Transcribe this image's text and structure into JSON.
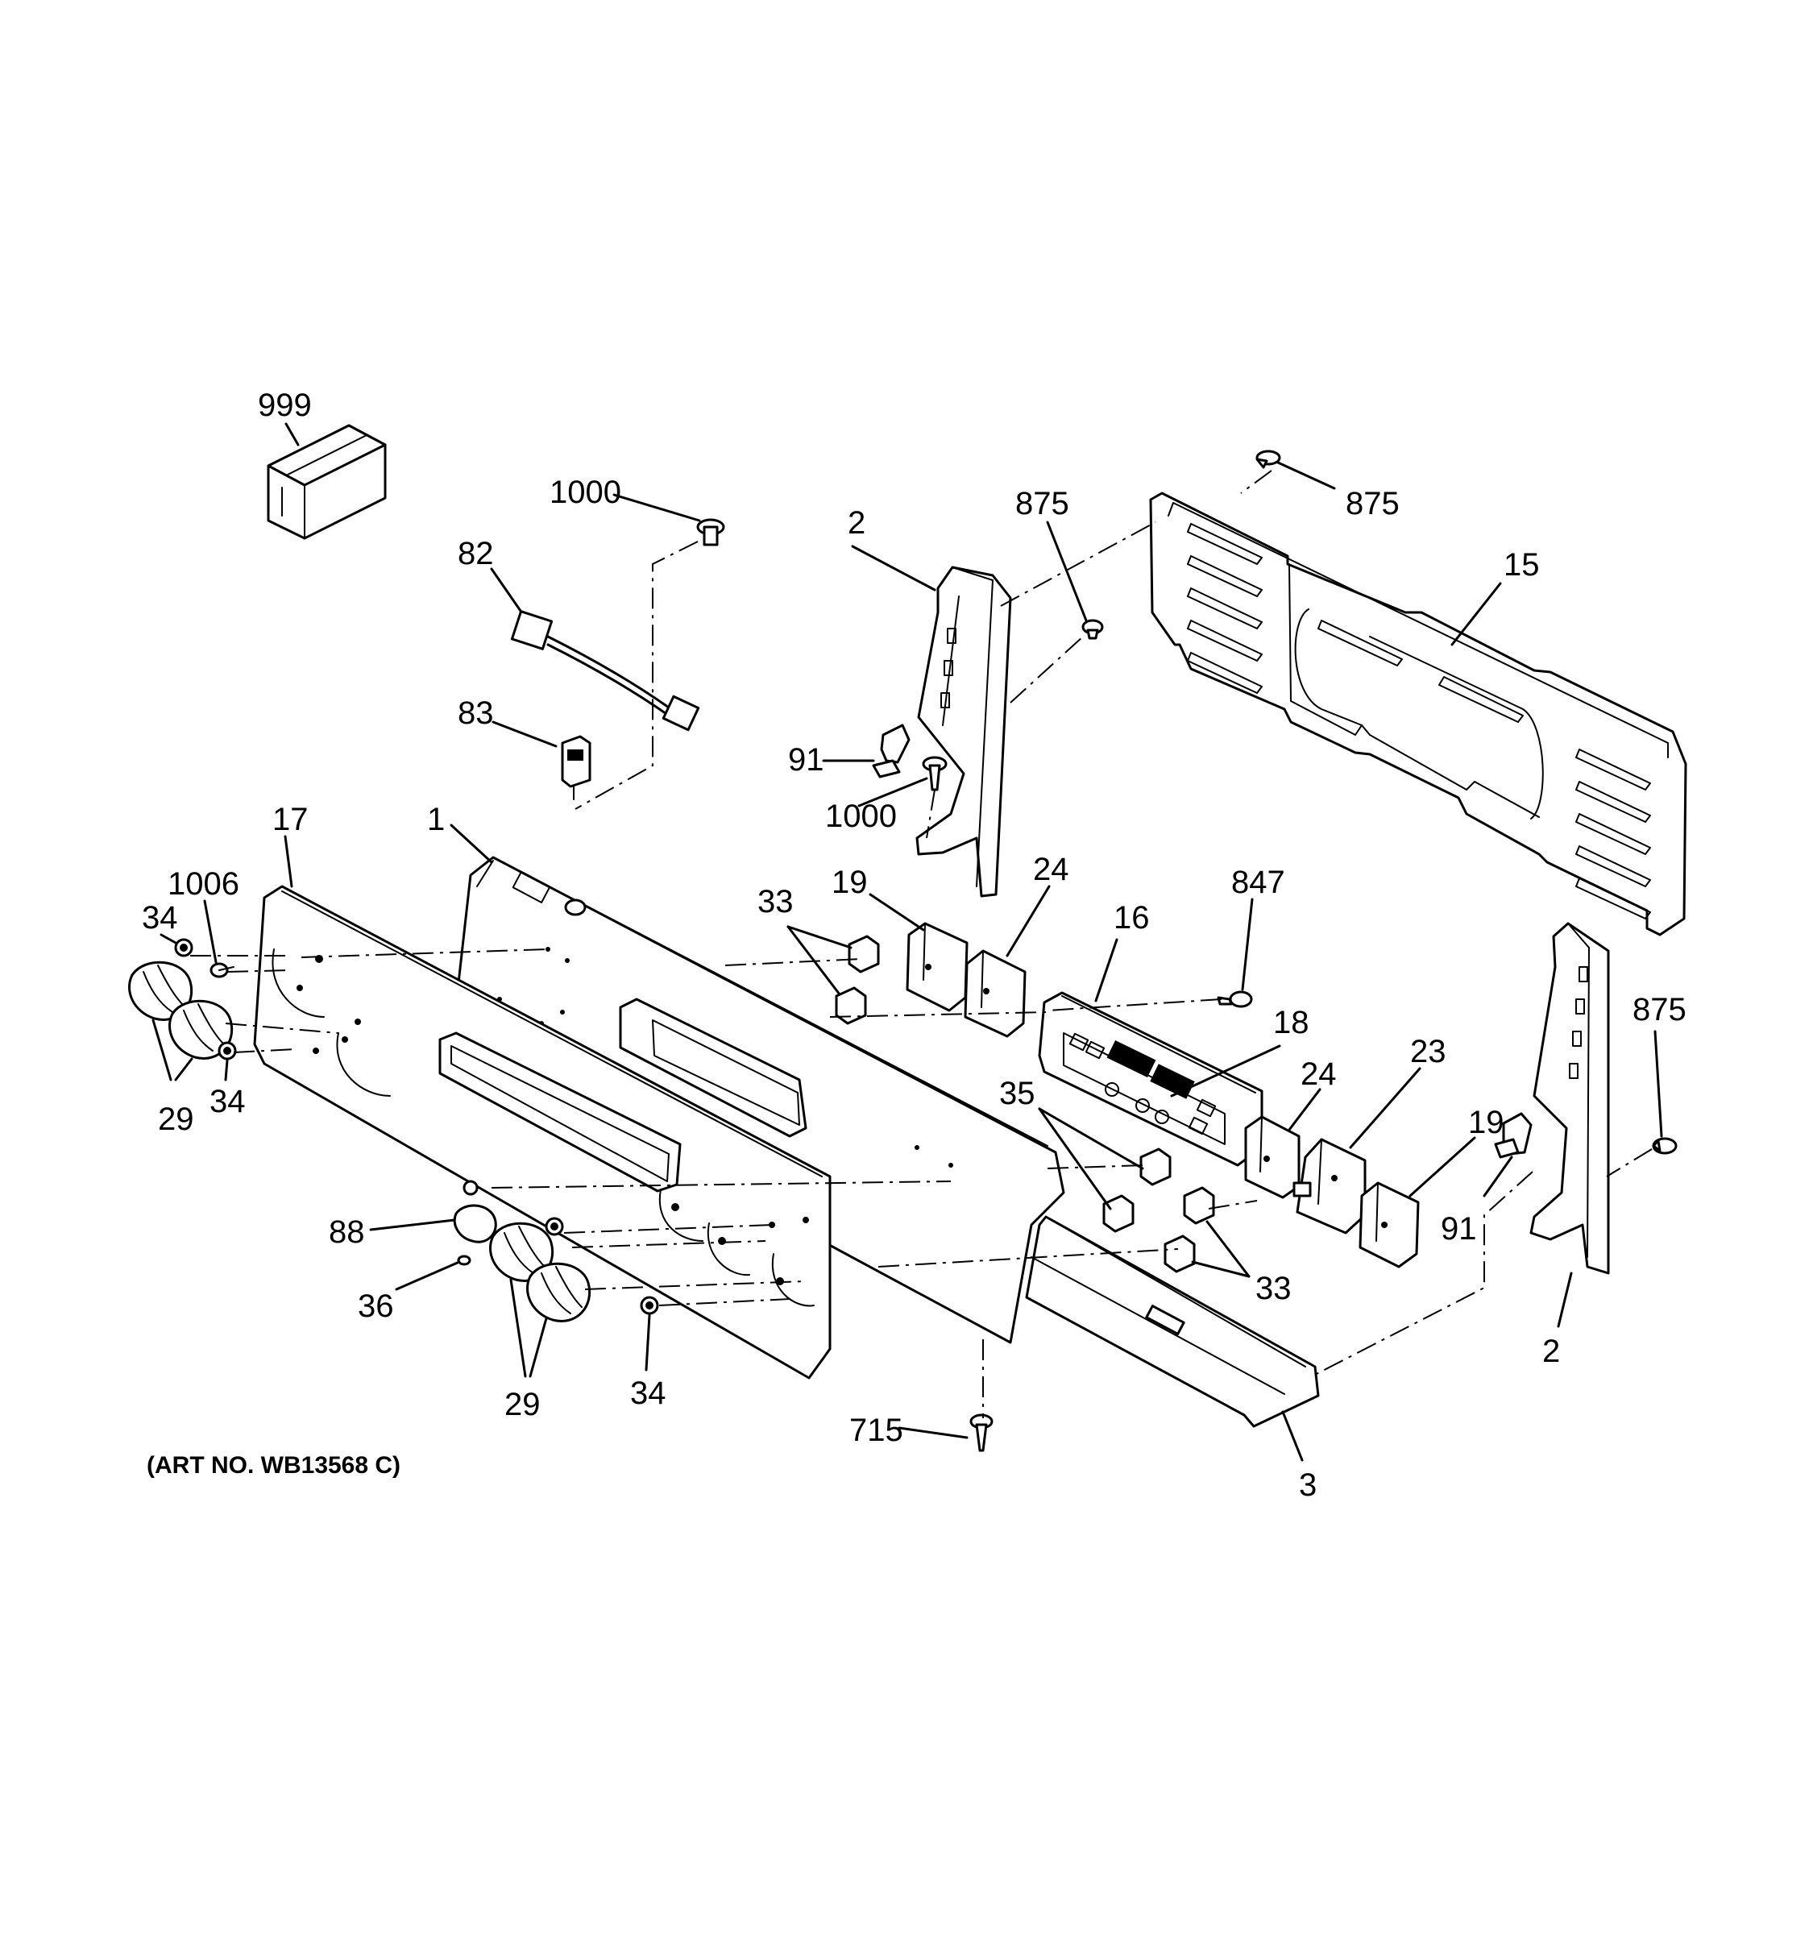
{
  "diagram": {
    "art_number": "(ART NO. WB13568 C)",
    "callouts": [
      {
        "id": "c999",
        "text": "999"
      },
      {
        "id": "c1000a",
        "text": "1000"
      },
      {
        "id": "c82",
        "text": "82"
      },
      {
        "id": "c83",
        "text": "83"
      },
      {
        "id": "c2a",
        "text": "2"
      },
      {
        "id": "c875a",
        "text": "875"
      },
      {
        "id": "c875b",
        "text": "875"
      },
      {
        "id": "c15",
        "text": "15"
      },
      {
        "id": "c91a",
        "text": "91"
      },
      {
        "id": "c1000b",
        "text": "1000"
      },
      {
        "id": "c1",
        "text": "1"
      },
      {
        "id": "c17",
        "text": "17"
      },
      {
        "id": "c1006",
        "text": "1006"
      },
      {
        "id": "c34a",
        "text": "34"
      },
      {
        "id": "c29a",
        "text": "29"
      },
      {
        "id": "c34b",
        "text": "34"
      },
      {
        "id": "c33a",
        "text": "33"
      },
      {
        "id": "c19a",
        "text": "19"
      },
      {
        "id": "c24a",
        "text": "24"
      },
      {
        "id": "c16",
        "text": "16"
      },
      {
        "id": "c847",
        "text": "847"
      },
      {
        "id": "c18",
        "text": "18"
      },
      {
        "id": "c875c",
        "text": "875"
      },
      {
        "id": "c35",
        "text": "35"
      },
      {
        "id": "c24b",
        "text": "24"
      },
      {
        "id": "c23",
        "text": "23"
      },
      {
        "id": "c19b",
        "text": "19"
      },
      {
        "id": "c91b",
        "text": "91"
      },
      {
        "id": "c2b",
        "text": "2"
      },
      {
        "id": "c33b",
        "text": "33"
      },
      {
        "id": "c88",
        "text": "88"
      },
      {
        "id": "c36",
        "text": "36"
      },
      {
        "id": "c29b",
        "text": "29"
      },
      {
        "id": "c34c",
        "text": "34"
      },
      {
        "id": "c715",
        "text": "715"
      },
      {
        "id": "c3",
        "text": "3"
      }
    ]
  }
}
